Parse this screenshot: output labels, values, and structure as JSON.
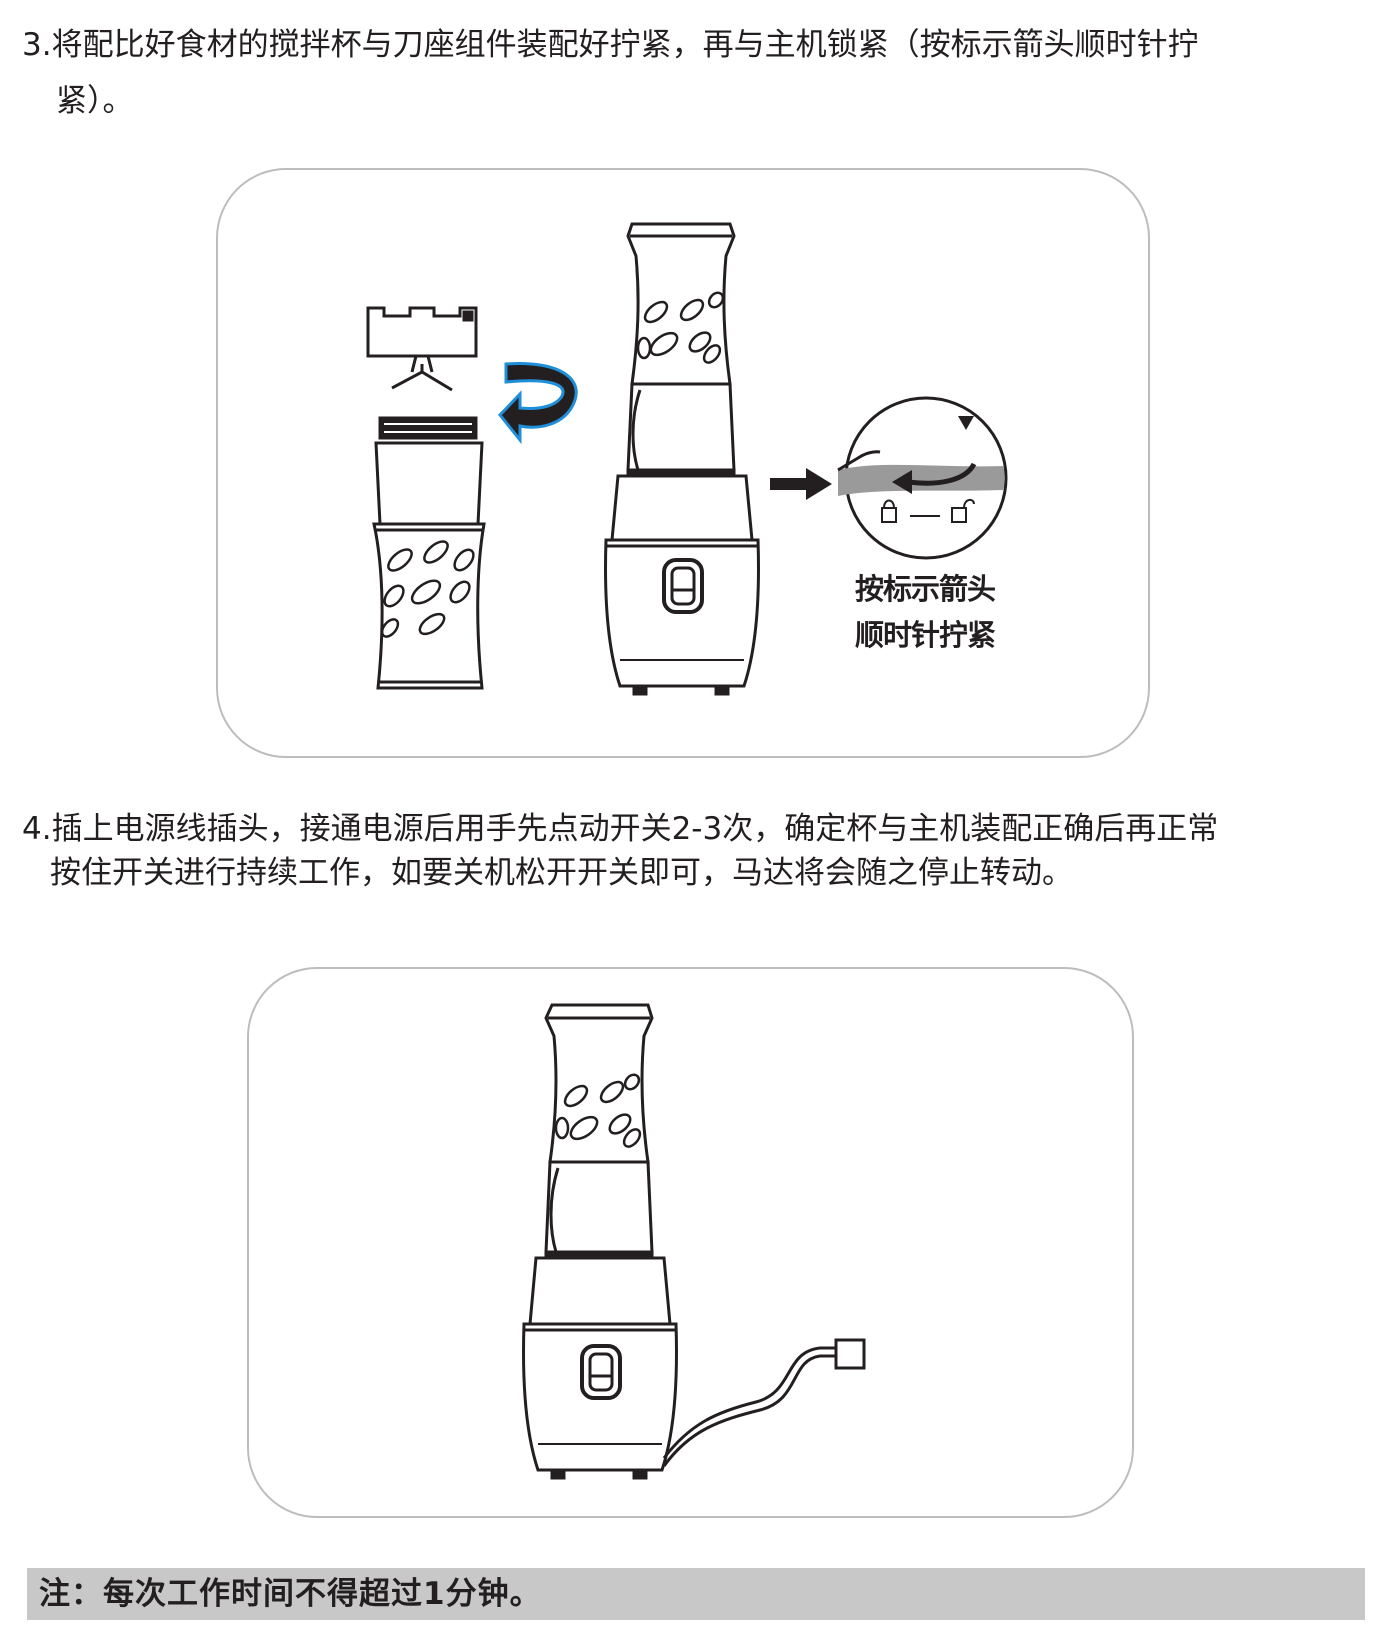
{
  "step3": {
    "line1": "3.将配比好食材的搅拌杯与刀座组件装配好拧紧，再与主机锁紧（按标示箭头顺时针拧",
    "line2": "紧）。"
  },
  "callout": {
    "line1": "按标示箭头",
    "line2": "顺时针拧紧"
  },
  "step4": {
    "line1": "4.插上电源线插头，接通电源后用手先点动开关2-3次，确定杯与主机装配正确后再正常",
    "line2": "按住开关进行持续工作，如要关机松开开关即可，马达将会随之停止转动。"
  },
  "note": {
    "text": "注：每次工作时间不得超过1分钟。"
  },
  "colors": {
    "arrow_blue": "#1f8fd9",
    "band_gray": "#9a9a9a",
    "note_bg": "#c8c8c8"
  }
}
